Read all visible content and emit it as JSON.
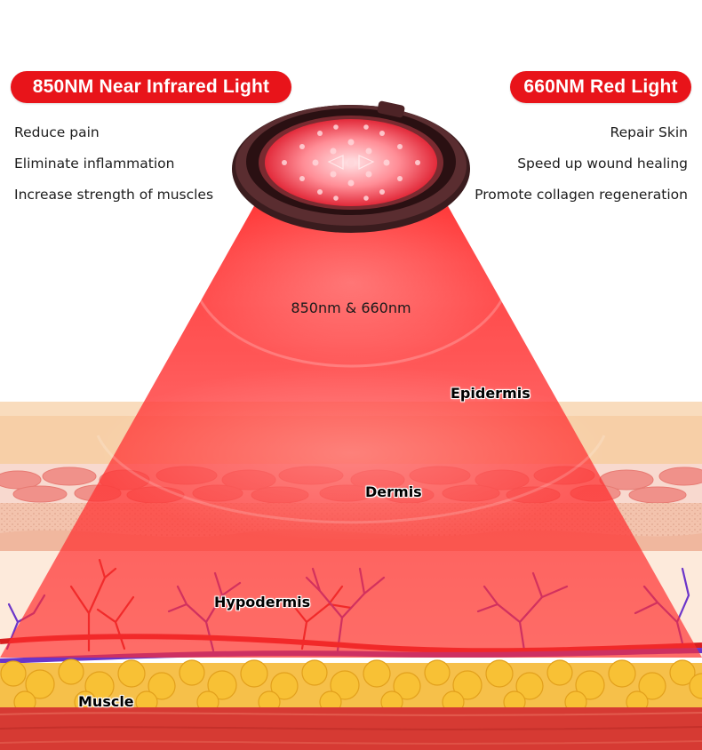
{
  "left_panel": {
    "title": "850NM Near Infrared Light",
    "benefits": [
      "Reduce pain",
      "Eliminate inflammation",
      "Increase strength of muscles"
    ]
  },
  "right_panel": {
    "title": "660NM Red Light",
    "benefits": [
      "Repair Skin",
      "Speed up wound healing",
      "Promote collagen regeneration"
    ]
  },
  "beam_label": "850nm & 660nm",
  "layers": {
    "epidermis": "Epidermis",
    "dermis": "Dermis",
    "hypodermis": "Hypodermis",
    "muscle": "Muscle"
  },
  "colors": {
    "pill": "#e8141a",
    "beam": "#ff2a2a",
    "epidermis": "#f6c9a0",
    "dermis_cells": "#f08c86",
    "hypodermis": "#fbe6d2",
    "artery": "#d81f1f",
    "vein": "#6a35c8",
    "fat": "#f5b52a",
    "muscle": "#d83a34"
  },
  "icons": [
    "led-panel-device-icon"
  ]
}
